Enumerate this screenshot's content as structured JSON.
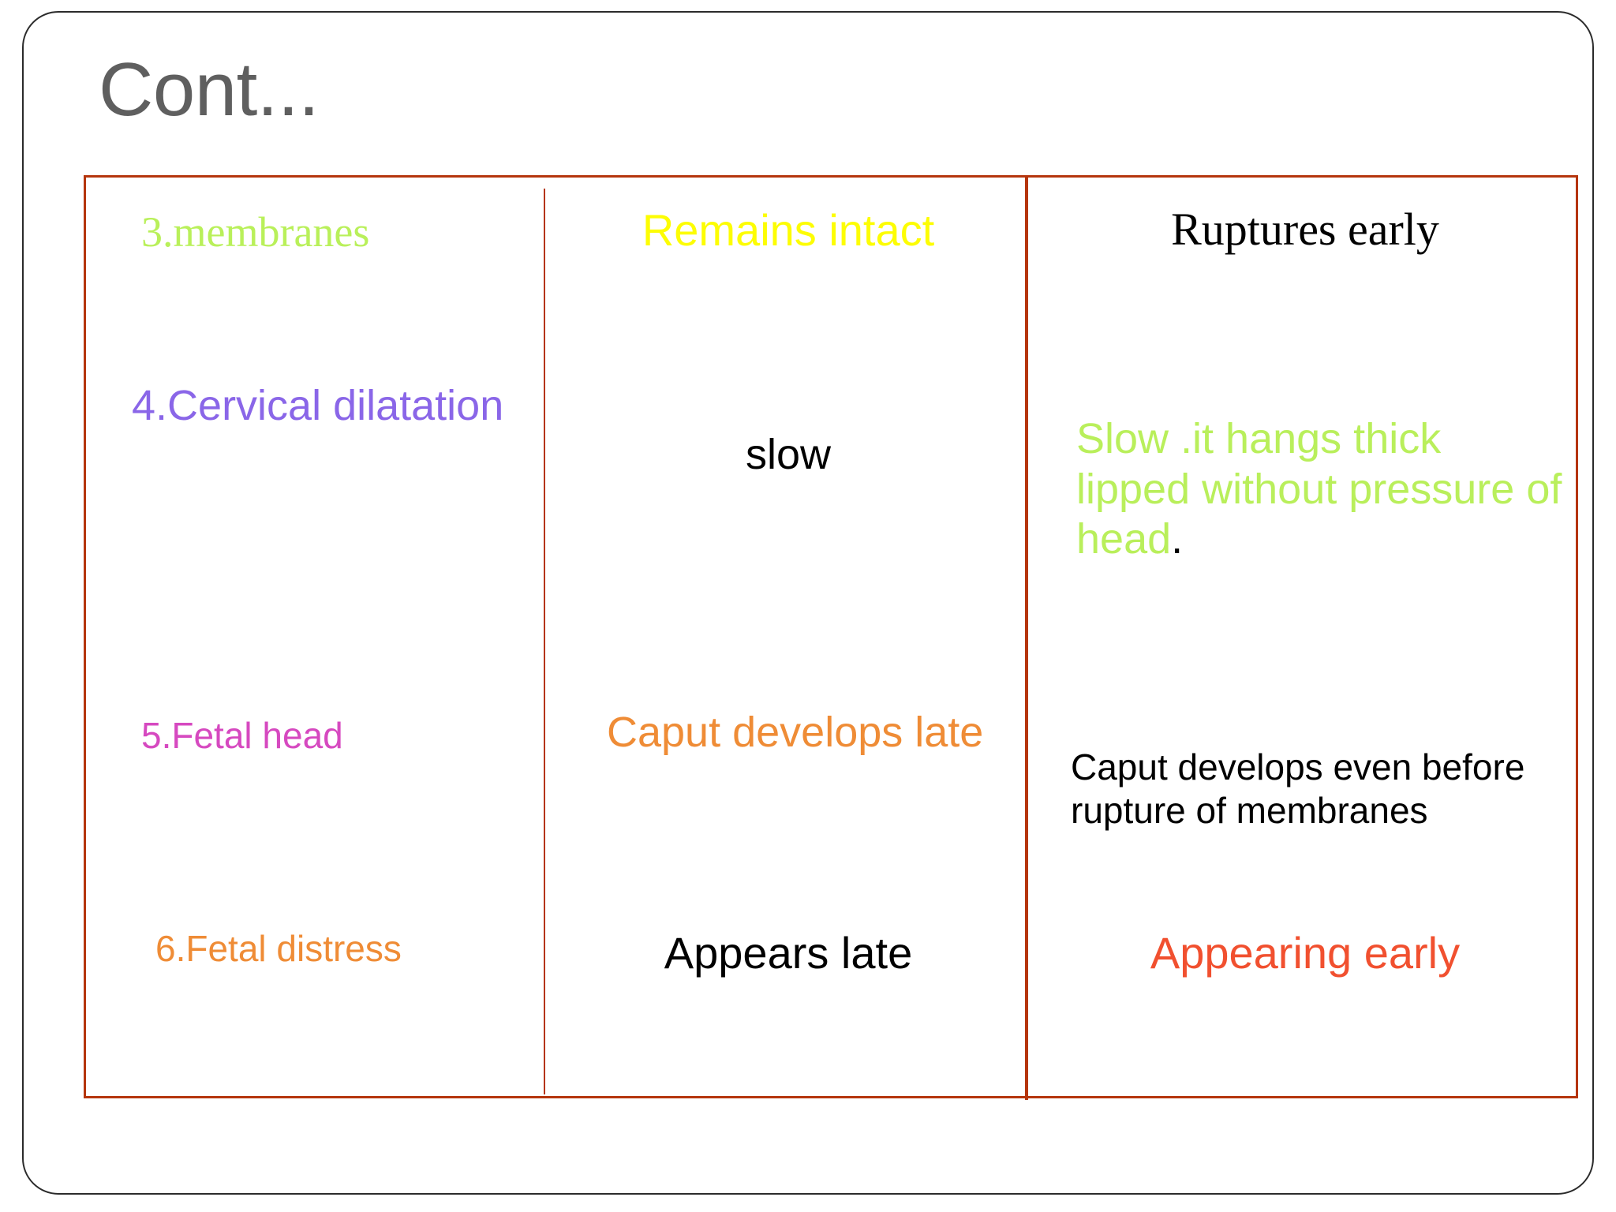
{
  "slide": {
    "title": "Cont...",
    "frame_border_color": "#2b2b2b",
    "table_border_color": "#b5350d"
  },
  "table": {
    "rows": [
      {
        "label": "3.membranes",
        "label_color": "#b9f05a",
        "col2": "Remains intact",
        "col2_color": "#fdfd03",
        "col3": "Ruptures early",
        "col3_color": "#000000"
      },
      {
        "label": "4.Cervical dilatation",
        "label_color": "#8a66e8",
        "col2": "slow",
        "col2_color": "#000000",
        "col3": "Slow .it hangs thick lipped without pressure of head",
        "col3_trailing_period": ".",
        "col3_color": "#b9ef5b"
      },
      {
        "label": "5.Fetal  head",
        "label_color": "#d649c0",
        "col2": "Caput develops late",
        "col2_color": "#ef8c36",
        "col3": "Caput develops even before rupture of membranes",
        "col3_color": "#000000"
      },
      {
        "label": "6.Fetal distress",
        "label_color": "#ef8c36",
        "col2": "Appears late",
        "col2_color": "#000000",
        "col3": "Appearing early",
        "col3_color": "#f1502f"
      }
    ]
  }
}
